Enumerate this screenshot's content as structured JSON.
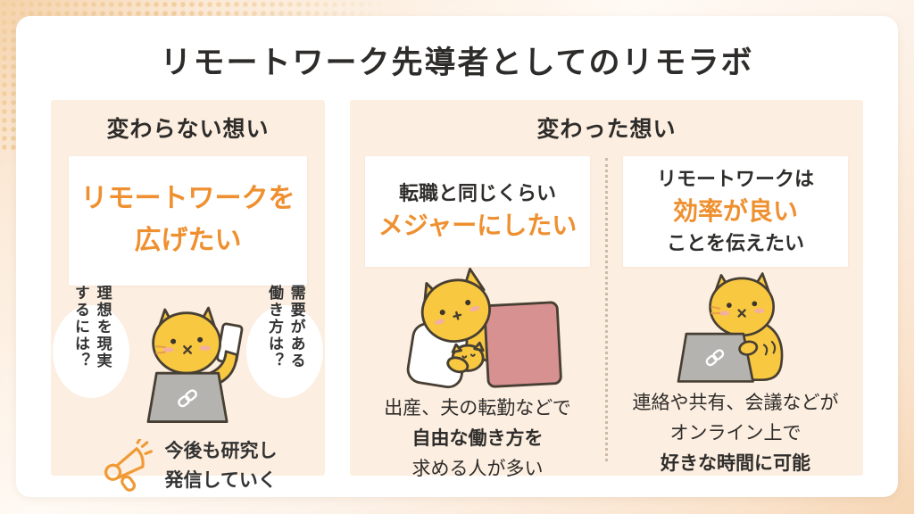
{
  "title": "リモートワーク先導者としてのリモラボ",
  "colors": {
    "accent_orange": "#EF9030",
    "panel_background": "#FCEEE0",
    "blanket_pink": "#D89191",
    "laptop_gray": "#B5B3B0",
    "cat_yellow": "#F9C841",
    "megaphone_orange": "#F09A36"
  },
  "left_panel": {
    "heading": "変わらない想い",
    "highlight": {
      "line1": "リモートワークを",
      "line2": "広げたい"
    },
    "bubble_left": {
      "col1": "理想を現実",
      "col2": "するには？"
    },
    "bubble_right": {
      "col1": "需要がある",
      "col2": "働き方は？"
    },
    "footer": {
      "line1": "今後も研究し",
      "line2": "発信していく"
    }
  },
  "right_panel": {
    "heading": "変わった想い",
    "col1": {
      "box_line1": "転職と同じくらい",
      "box_line2": "メジャーにしたい",
      "caption_line1": "出産、夫の転勤などで",
      "caption_line2": "自由な働き方を",
      "caption_line3": "求める人が多い"
    },
    "col2": {
      "box_line1": "リモートワークは",
      "box_line2": "効率が良い",
      "box_line3": "ことを伝えたい",
      "caption_line1": "連絡や共有、会議などが",
      "caption_line2": "オンライン上で",
      "caption_line3": "好きな時間に可能"
    }
  }
}
